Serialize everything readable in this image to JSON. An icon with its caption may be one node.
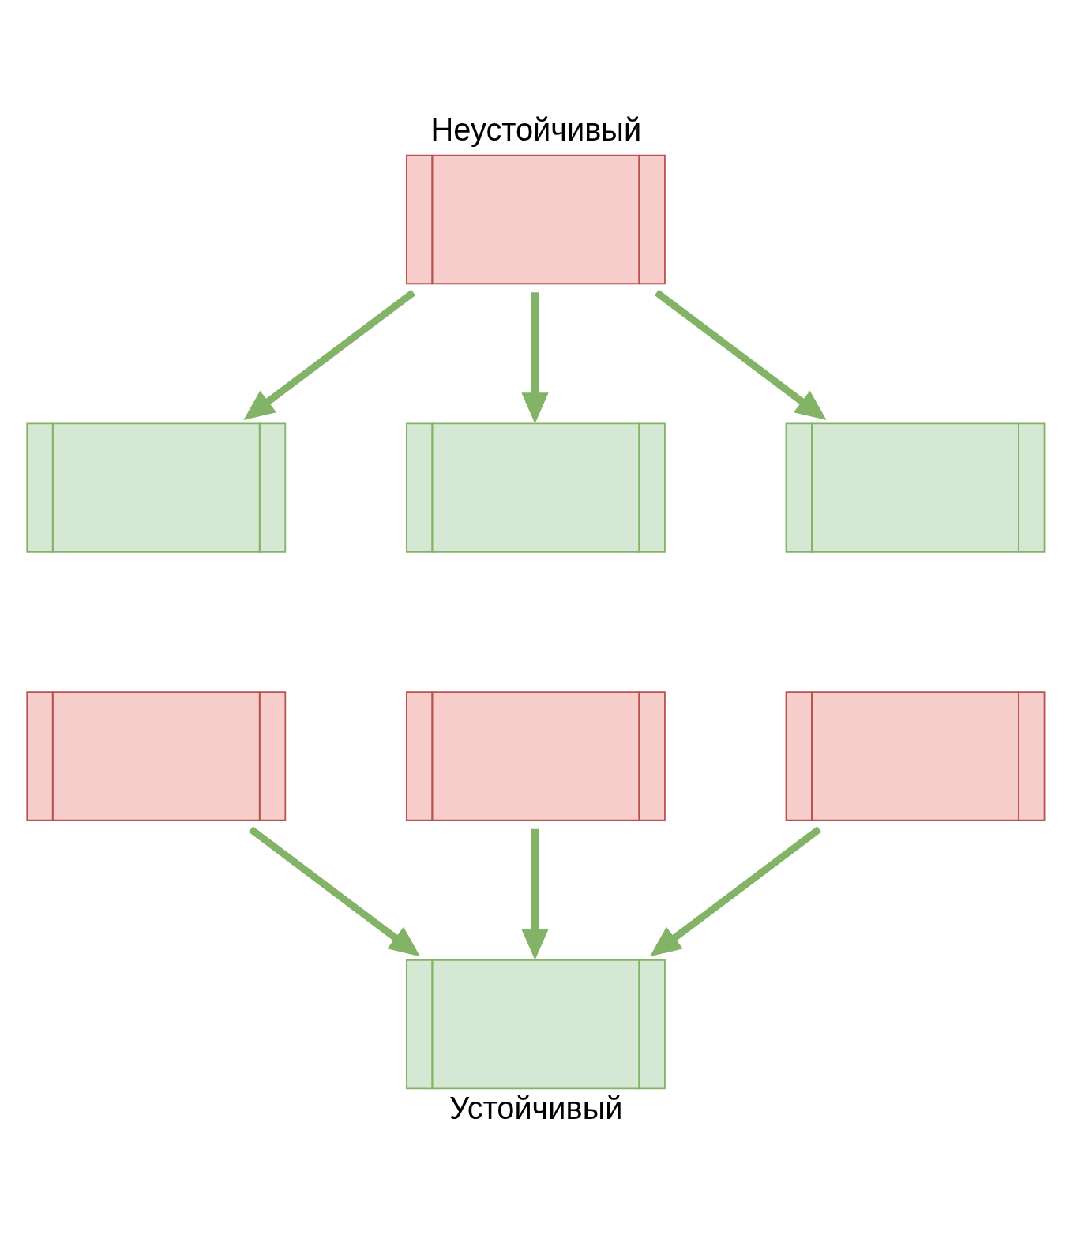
{
  "diagram": {
    "nodes": [
      {
        "text": [
          "Неустойчивый"
        ]
      },
      {
        "text": [],
        "shape": "box"
      },
      {
        "text": [],
        "shape": "box"
      },
      {
        "text": [],
        "shape": "box"
      },
      {
        "text": [],
        "shape": "box"
      },
      {
        "text": [],
        "shape": "box"
      },
      {
        "text": [],
        "shape": "box"
      },
      {
        "text": [
          "Устойчивый"
        ]
      }
    ],
    "edges": [
      {
        "from": 0,
        "to": 1,
        "arrow": "to"
      },
      {
        "from": 0,
        "to": 2,
        "arrow": "to"
      },
      {
        "from": 0,
        "to": 3,
        "arrow": "to"
      },
      {
        "from": 4,
        "to": 7,
        "arrow": "to"
      },
      {
        "from": 5,
        "to": 7,
        "arrow": "to"
      },
      {
        "from": 6,
        "to": 7,
        "arrow": "to"
      }
    ]
  }
}
